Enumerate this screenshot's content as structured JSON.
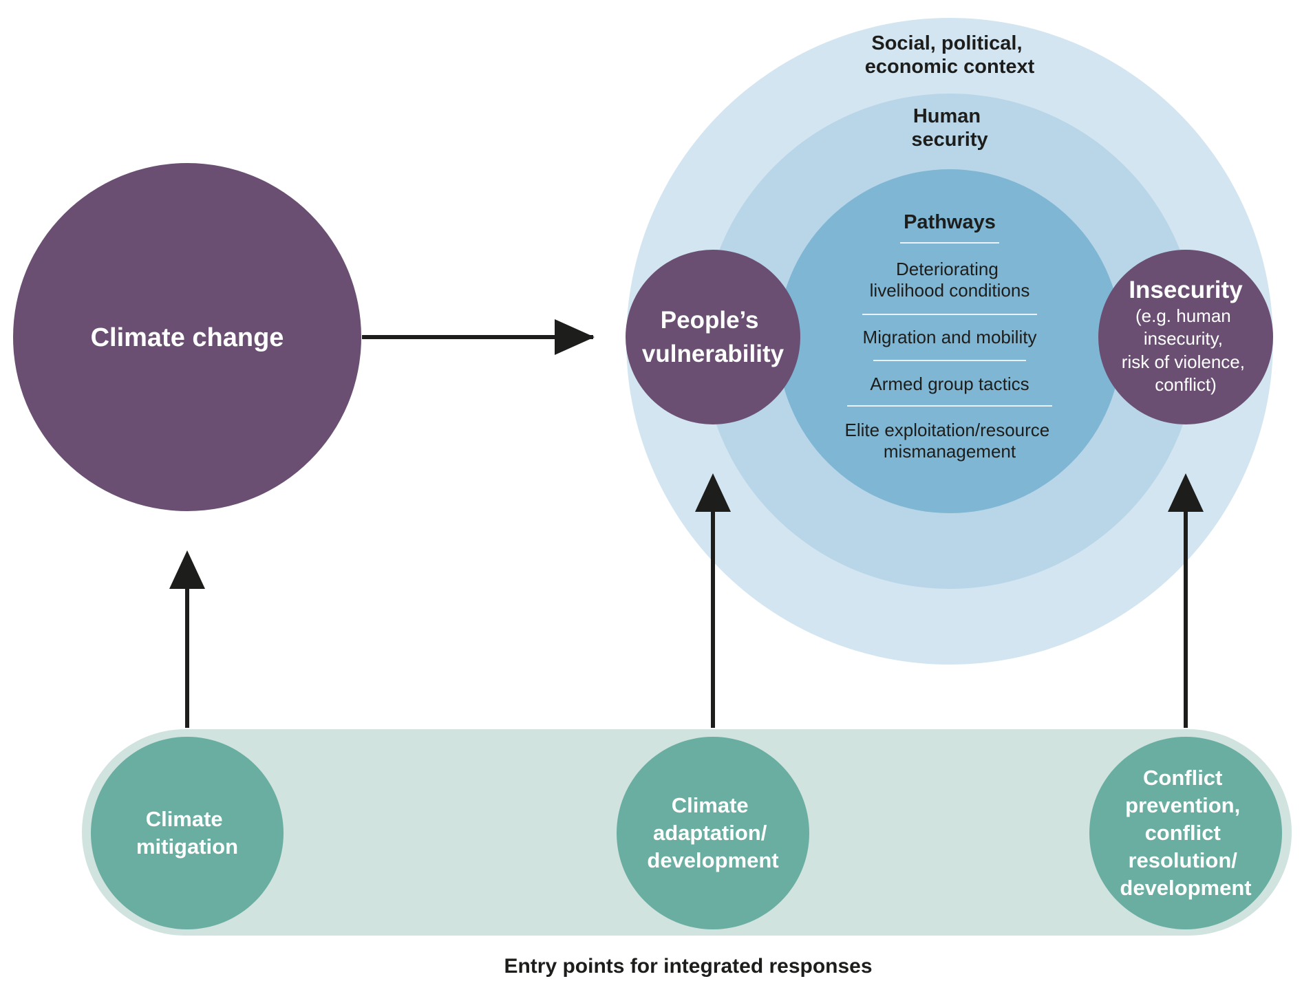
{
  "colors": {
    "purple": "#6a4f73",
    "teal": "#6aaea2",
    "band": "#d0e3df",
    "context_ring": "#d3e5f1",
    "security_ring": "#b8d6e8",
    "pathways_core": "#7fb6d4",
    "arrow": "#1d1d1b",
    "divider": "#e8f2f8"
  },
  "diagram": {
    "climate_change": "Climate change",
    "context": {
      "line1": "Social, political,",
      "line2": "economic context"
    },
    "human_security": {
      "line1": "Human",
      "line2": "security"
    },
    "pathways": {
      "title": "Pathways",
      "items": [
        {
          "line1": "Deteriorating",
          "line2": "livelihood conditions"
        },
        {
          "line1": "Migration and mobility"
        },
        {
          "line1": "Armed group tactics"
        },
        {
          "line1": "Elite exploitation/resource",
          "line2": "mismanagement"
        }
      ]
    },
    "vulnerability": {
      "line1": "People’s",
      "line2": "vulnerability"
    },
    "insecurity": {
      "title": "Insecurity",
      "detail": [
        "(e.g. human",
        "insecurity,",
        "risk of violence,",
        "conflict)"
      ]
    },
    "entry_points": {
      "caption": "Entry points for integrated responses",
      "mitigation": [
        "Climate",
        "mitigation"
      ],
      "adaptation": [
        "Climate",
        "adaptation/",
        "development"
      ],
      "conflict": [
        "Conflict",
        "prevention,",
        "conflict",
        "resolution/",
        "development"
      ]
    }
  }
}
